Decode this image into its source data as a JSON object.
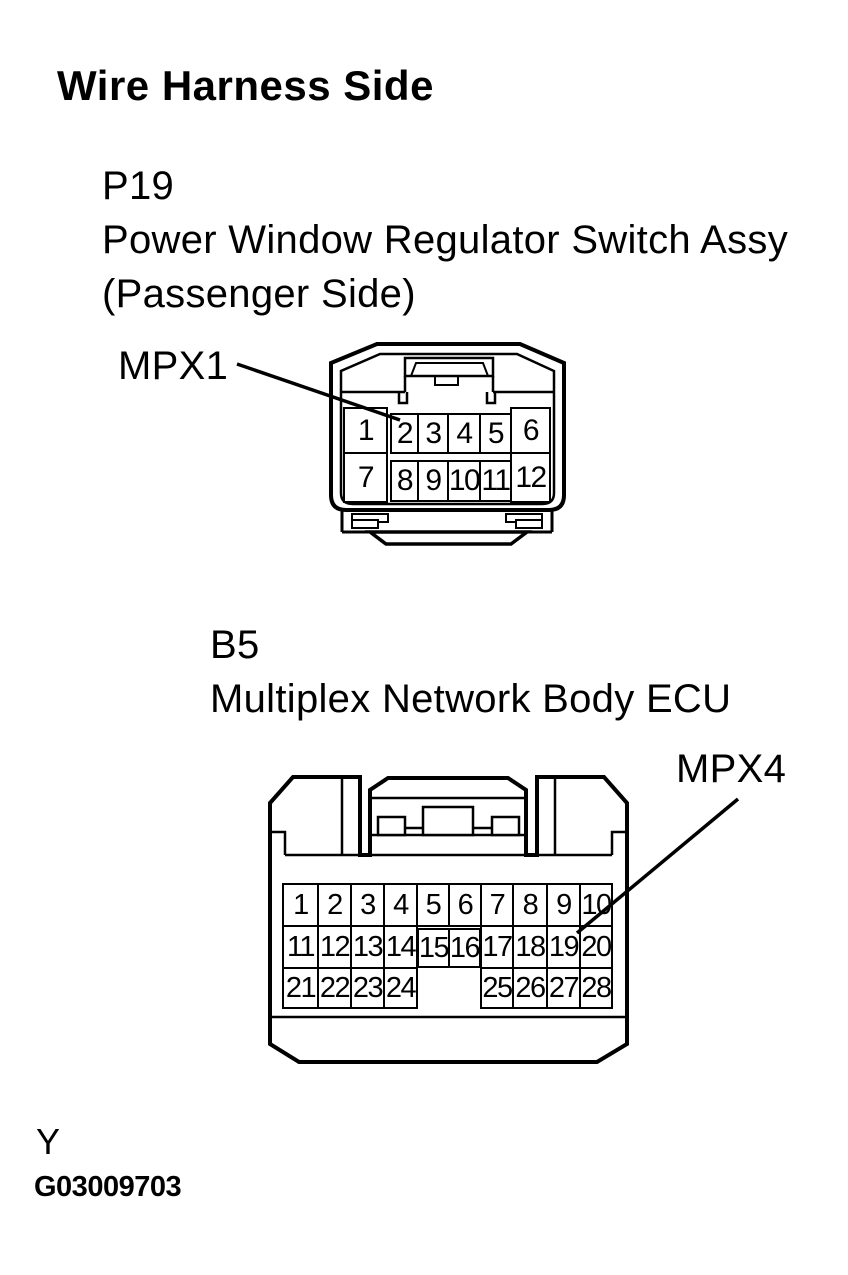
{
  "title": "Wire Harness Side",
  "p19": {
    "code": "P19",
    "name": "Power Window Regulator Switch Assy",
    "name_sub": "(Passenger Side)",
    "connector_label": "MPX1",
    "pins": [
      "1",
      "2",
      "3",
      "4",
      "5",
      "6",
      "7",
      "8",
      "9",
      "10",
      "11",
      "12"
    ]
  },
  "b5": {
    "code": "B5",
    "name": "Multiplex Network Body ECU",
    "connector_label": "MPX4",
    "pins": [
      "1",
      "2",
      "3",
      "4",
      "5",
      "6",
      "7",
      "8",
      "9",
      "10",
      "11",
      "12",
      "13",
      "14",
      "15",
      "16",
      "17",
      "18",
      "19",
      "20",
      "21",
      "22",
      "23",
      "24",
      "25",
      "26",
      "27",
      "28"
    ]
  },
  "footer": {
    "page_marker": "Y",
    "figure_code": "G03009703"
  },
  "colors": {
    "ink": "#000000",
    "background": "#ffffff"
  }
}
